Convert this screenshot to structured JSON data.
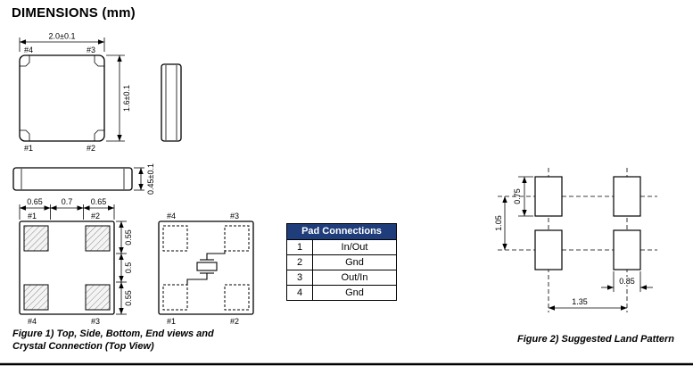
{
  "title": "DIMENSIONS (mm)",
  "figure1": {
    "caption_line1": "Figure 1) Top, Side, Bottom, End views and",
    "caption_line2": "Crystal Connection (Top View)",
    "top_view": {
      "width_dim": "2.0±0.1",
      "height_dim": "1.6±0.1",
      "pads": {
        "tl": "#4",
        "tr": "#3",
        "bl": "#1",
        "br": "#2"
      }
    },
    "side_view": {
      "thickness_dim": "0.45±0.1"
    },
    "bottom_view": {
      "h_dims": [
        "0.65",
        "0.7",
        "0.65"
      ],
      "v_dims": [
        "0.55",
        "0.5",
        "0.55"
      ],
      "pads": {
        "tl": "#1",
        "tr": "#2",
        "bl": "#4",
        "br": "#3"
      }
    },
    "crystal_view": {
      "pads": {
        "tl": "#4",
        "tr": "#3",
        "bl": "#1",
        "br": "#2"
      }
    }
  },
  "pad_table": {
    "header": "Pad Connections",
    "header_bg": "#1f3d7a",
    "rows": [
      {
        "pad": "1",
        "connection": "In/Out"
      },
      {
        "pad": "2",
        "connection": "Gnd"
      },
      {
        "pad": "3",
        "connection": "Out/In"
      },
      {
        "pad": "4",
        "connection": "Gnd"
      }
    ]
  },
  "figure2": {
    "caption": "Figure 2) Suggested Land Pattern",
    "pad_height_dim": "0.75",
    "vertical_pitch_dim": "1.05",
    "pad_width_dim": "0.85",
    "horizontal_pitch_dim": "1.35"
  }
}
